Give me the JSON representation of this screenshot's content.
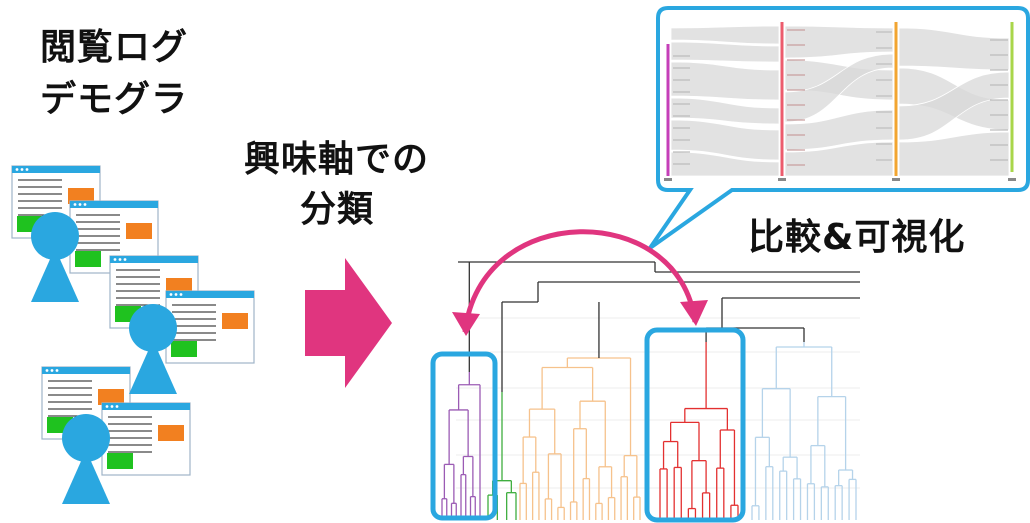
{
  "labels": {
    "log_line1": "閲覧ログ",
    "log_line2": "デモグラ",
    "axis_line1": "興味軸での",
    "axis_line2": "分類",
    "compare": "比較&可視化"
  },
  "colors": {
    "blue": "#2aa7e0",
    "magenta": "#e0357f",
    "orange": "#f28020",
    "green": "#1fc21f",
    "purple": "#9b5bb4",
    "dgreen": "#3fae3f",
    "peach": "#f6c28c",
    "red": "#e33030",
    "lightblue": "#b5d3ea",
    "gray": "#333333"
  },
  "icons": [
    "browser-window-icon",
    "user-silhouette-icon",
    "arrow-right-icon",
    "dendrogram",
    "sankey-chart",
    "speech-bubble"
  ]
}
